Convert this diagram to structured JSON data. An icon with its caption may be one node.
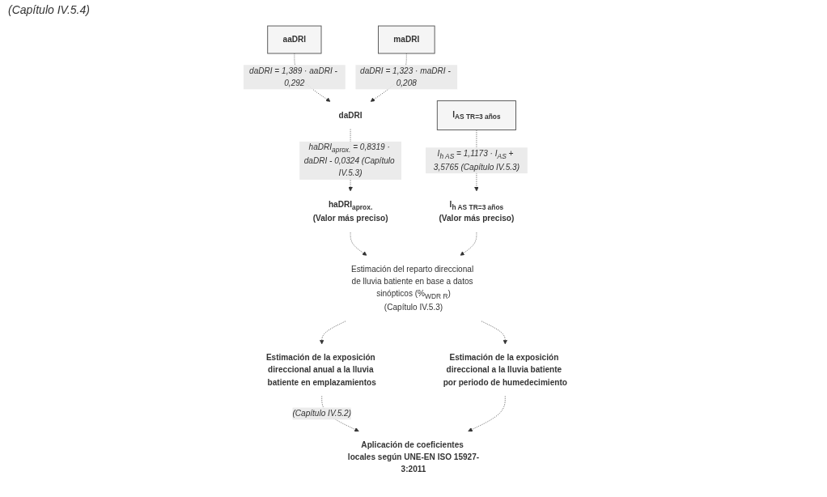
{
  "diagram": {
    "nodes": [
      {
        "text": [
          "aaDRI"
        ]
      },
      {
        "text": [
          "maDRI"
        ]
      },
      {
        "text": [
          "daDRI"
        ]
      },
      {
        "text": [
          "haDRI$_{aprox.}$",
          "(Valor más preciso)"
        ]
      },
      {
        "text": [
          "Estimación del reparto direccional de lluvia batiente en base a datos sinópticos (%$_{WDR R}$)",
          "(Capítulo IV.5.3)"
        ]
      },
      {
        "text": [
          "Estimación de la exposición direccional anual a la lluvia batiente en emplazamientos"
        ]
      },
      {
        "text": [
          "Aplicación de coeficientes locales según UNE-EN ISO 15927-3:2011"
        ]
      },
      {
        "text": [
          "Estimación de la exposición direccional a la lluvia batiente por periodo de humedecimiento"
        ]
      },
      {
        "text": [
          "I$_{AS TR=3 años}$"
        ]
      },
      {
        "text": [
          "I$_{h AS TR=3 años}$",
          "(Valor más preciso)"
        ]
      }
    ],
    "edges": [
      {
        "from": 0,
        "to": 2,
        "arrow": "to",
        "style": "dashed",
        "label": "daDRI = 1,389 · aaDRI - 0,292"
      },
      {
        "from": 1,
        "to": 2,
        "arrow": "to",
        "style": "dashed",
        "label": "daDRI = 1,323 · maDRI - 0,208"
      },
      {
        "from": 2,
        "to": 3,
        "arrow": "to",
        "style": "dashed",
        "label": "haDRI$_{aprox.}$ = 0,8319 · daDRI - 0,0324 (Capítulo IV.5.3)"
      },
      {
        "from": 3,
        "to": 4,
        "arrow": "to",
        "style": "dashed"
      },
      {
        "from": 4,
        "to": 5,
        "arrow": "to",
        "style": "dashed"
      },
      {
        "from": 4,
        "to": 7,
        "arrow": "to",
        "style": "dashed"
      },
      {
        "from": 5,
        "to": 6,
        "arrow": "to",
        "style": "dashed",
        "label": "(Capítulo IV.5.2)"
      },
      {
        "from": 7,
        "to": 6,
        "arrow": "to",
        "style": "dashed"
      },
      {
        "from": 8,
        "to": 9,
        "arrow": "to",
        "style": "dashed",
        "label": "I$_{h AS}$ = 1,1173 · I$_{AS}$ + 3,5765 (Capítulo IV.5.3)"
      },
      {
        "from": 9,
        "to": 4,
        "arrow": "to",
        "style": "dashed"
      }
    ],
    "labels": [
      "(Capítulo IV.5.4)"
    ]
  }
}
